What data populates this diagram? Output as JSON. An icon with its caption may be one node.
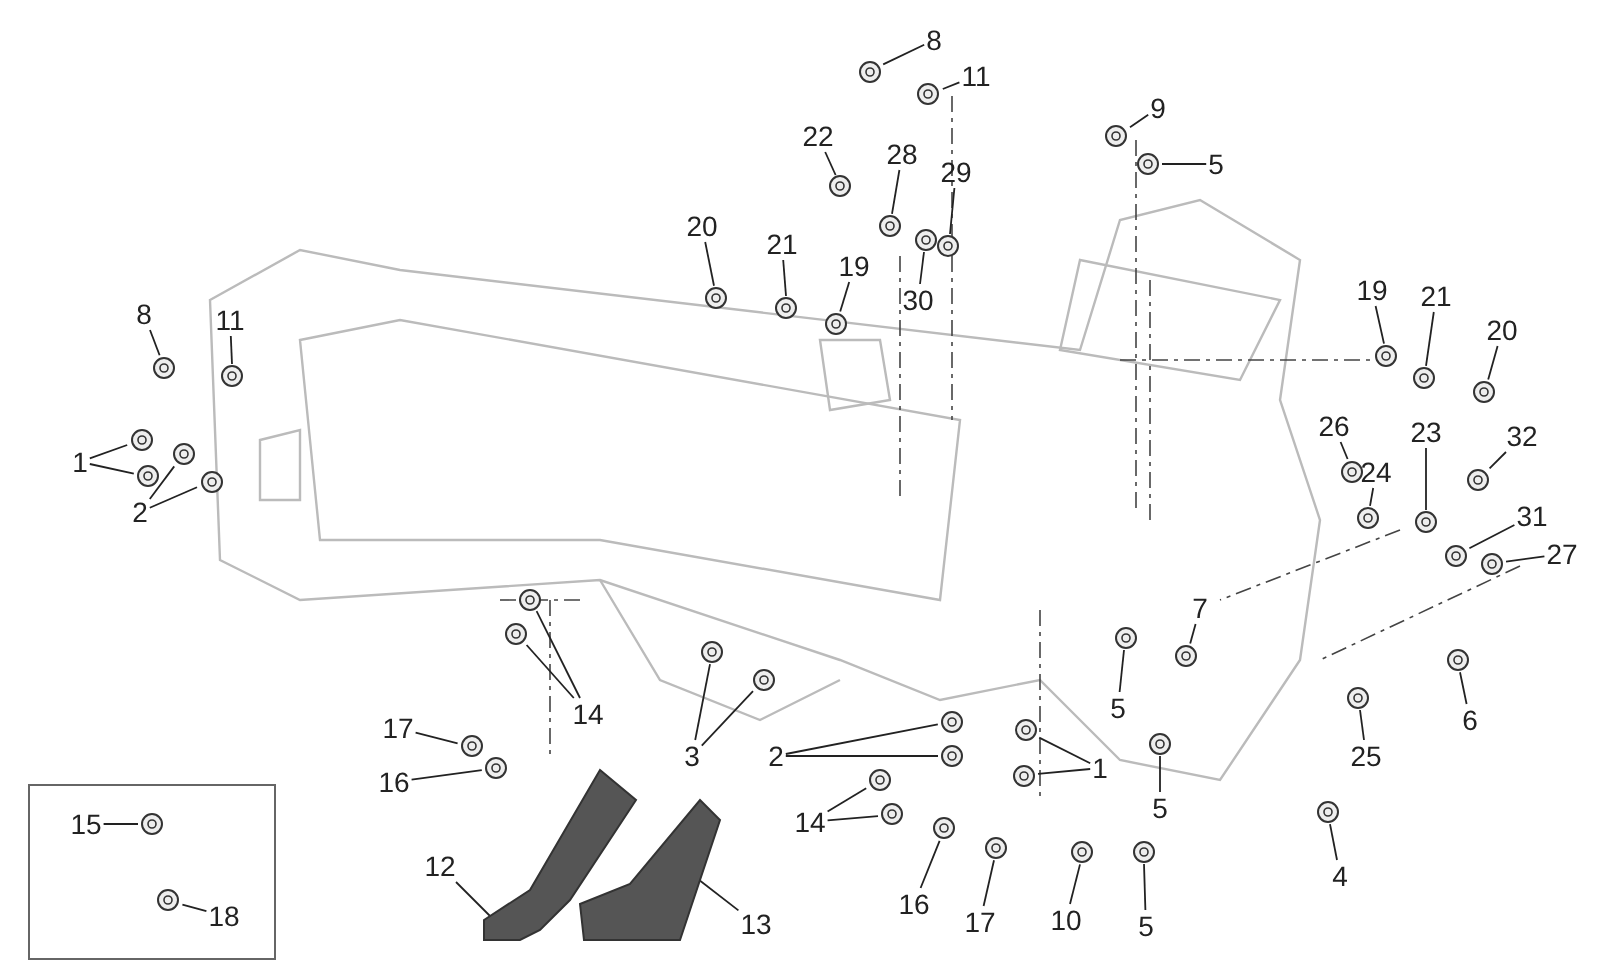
{
  "diagram": {
    "nodes": [
      {
        "text": [
          "8"
        ]
      },
      {
        "text": [
          "11"
        ]
      },
      {
        "text": [
          "9"
        ]
      },
      {
        "text": [
          "5"
        ]
      },
      {
        "text": [
          "22"
        ]
      },
      {
        "text": [
          "28"
        ]
      },
      {
        "text": [
          "29"
        ]
      },
      {
        "text": [
          "30"
        ]
      },
      {
        "text": [
          "20"
        ]
      },
      {
        "text": [
          "21"
        ]
      },
      {
        "text": [
          "19"
        ]
      },
      {
        "text": [
          "8"
        ]
      },
      {
        "text": [
          "11"
        ]
      },
      {
        "text": [
          "1"
        ]
      },
      {
        "text": [
          "2"
        ]
      },
      {
        "text": [
          "19"
        ]
      },
      {
        "text": [
          "21"
        ]
      },
      {
        "text": [
          "20"
        ]
      },
      {
        "text": [
          "26"
        ]
      },
      {
        "text": [
          "24"
        ]
      },
      {
        "text": [
          "23"
        ]
      },
      {
        "text": [
          "32"
        ]
      },
      {
        "text": [
          "31"
        ]
      },
      {
        "text": [
          "27"
        ]
      },
      {
        "text": [
          "7"
        ]
      },
      {
        "text": [
          "5"
        ]
      },
      {
        "text": [
          "6"
        ]
      },
      {
        "text": [
          "25"
        ]
      },
      {
        "text": [
          "14"
        ]
      },
      {
        "text": [
          "3"
        ]
      },
      {
        "text": [
          "17"
        ]
      },
      {
        "text": [
          "16"
        ]
      },
      {
        "text": [
          "2"
        ]
      },
      {
        "text": [
          "1"
        ]
      },
      {
        "text": [
          "5"
        ]
      },
      {
        "text": [
          "14"
        ]
      },
      {
        "text": [
          "16"
        ]
      },
      {
        "text": [
          "17"
        ]
      },
      {
        "text": [
          "10"
        ]
      },
      {
        "text": [
          "5"
        ]
      },
      {
        "text": [
          "4"
        ]
      },
      {
        "text": [
          "12"
        ]
      },
      {
        "text": [
          "13"
        ]
      },
      {
        "text": [],
        "shape": "box"
      },
      {
        "text": [
          "15"
        ],
        "in": 43
      },
      {
        "text": [
          "18"
        ],
        "in": 43
      },
      {
        "text": [],
        "shape": "picture"
      },
      {
        "text": [],
        "shape": "picture"
      },
      {
        "text": [],
        "shape": "picture"
      },
      {
        "text": [],
        "shape": "picture"
      },
      {
        "text": [],
        "shape": "picture"
      },
      {
        "text": [],
        "shape": "picture"
      },
      {
        "text": [],
        "shape": "picture"
      },
      {
        "text": [],
        "shape": "picture"
      },
      {
        "text": [],
        "shape": "picture"
      },
      {
        "text": [],
        "shape": "picture"
      },
      {
        "text": [],
        "shape": "picture"
      },
      {
        "text": [],
        "shape": "picture"
      },
      {
        "text": [],
        "shape": "picture"
      },
      {
        "text": [],
        "shape": "picture"
      },
      {
        "text": [],
        "shape": "picture"
      },
      {
        "text": [],
        "shape": "picture"
      },
      {
        "text": [],
        "shape": "picture"
      },
      {
        "text": [],
        "shape": "picture"
      },
      {
        "text": [],
        "shape": "picture"
      },
      {
        "text": [],
        "shape": "picture"
      },
      {
        "text": [],
        "shape": "picture"
      },
      {
        "text": [],
        "shape": "picture"
      },
      {
        "text": [],
        "shape": "picture"
      },
      {
        "text": [],
        "shape": "picture"
      },
      {
        "text": [],
        "shape": "picture"
      },
      {
        "text": [],
        "shape": "picture"
      },
      {
        "text": [],
        "shape": "picture"
      },
      {
        "text": [],
        "shape": "picture"
      },
      {
        "text": [],
        "shape": "picture"
      },
      {
        "text": [],
        "shape": "picture"
      },
      {
        "text": [],
        "shape": "picture"
      },
      {
        "text": [],
        "shape": "picture"
      },
      {
        "text": [],
        "shape": "picture"
      },
      {
        "text": [],
        "shape": "picture"
      },
      {
        "text": [],
        "shape": "picture"
      },
      {
        "text": [],
        "shape": "picture"
      },
      {
        "text": [],
        "shape": "picture"
      },
      {
        "text": [],
        "shape": "picture"
      },
      {
        "text": [],
        "shape": "picture"
      },
      {
        "text": [],
        "shape": "picture"
      },
      {
        "text": [],
        "shape": "picture"
      },
      {
        "text": [],
        "shape": "picture"
      },
      {
        "text": [],
        "shape": "picture"
      },
      {
        "text": [],
        "shape": "picture"
      },
      {
        "text": [],
        "shape": "picture"
      },
      {
        "text": [],
        "shape": "picture"
      },
      {
        "text": [],
        "shape": "picture"
      },
      {
        "text": [],
        "shape": "picture"
      },
      {
        "text": [],
        "shape": "picture"
      },
      {
        "text": [],
        "shape": "picture"
      },
      {
        "text": [],
        "shape": "picture",
        "in": 43
      },
      {
        "text": [],
        "shape": "picture",
        "in": 43
      }
    ],
    "edges": [
      {
        "from": 0,
        "to": 46,
        "arrow": "none"
      },
      {
        "from": 1,
        "to": 47,
        "arrow": "none"
      },
      {
        "from": 2,
        "to": 48,
        "arrow": "none"
      },
      {
        "from": 3,
        "to": 49,
        "arrow": "none"
      },
      {
        "from": 4,
        "to": 50,
        "arrow": "none"
      },
      {
        "from": 5,
        "to": 51,
        "arrow": "none"
      },
      {
        "from": 6,
        "to": 52,
        "arrow": "none"
      },
      {
        "from": 7,
        "to": 53,
        "arrow": "none"
      },
      {
        "from": 8,
        "to": 54,
        "arrow": "none"
      },
      {
        "from": 9,
        "to": 55,
        "arrow": "none"
      },
      {
        "from": 10,
        "to": 56,
        "arrow": "none"
      },
      {
        "from": 11,
        "to": 57,
        "arrow": "none"
      },
      {
        "from": 12,
        "to": 58,
        "arrow": "none"
      },
      {
        "from": 13,
        "to": 59,
        "arrow": "none"
      },
      {
        "from": 13,
        "to": 60,
        "arrow": "none"
      },
      {
        "from": 14,
        "to": 61,
        "arrow": "none"
      },
      {
        "from": 14,
        "to": 62,
        "arrow": "none"
      },
      {
        "from": 15,
        "to": 63,
        "arrow": "none"
      },
      {
        "from": 16,
        "to": 64,
        "arrow": "none"
      },
      {
        "from": 17,
        "to": 65,
        "arrow": "none"
      },
      {
        "from": 18,
        "to": 66,
        "arrow": "none"
      },
      {
        "from": 19,
        "to": 67,
        "arrow": "none"
      },
      {
        "from": 20,
        "to": 68,
        "arrow": "none"
      },
      {
        "from": 21,
        "to": 69,
        "arrow": "none"
      },
      {
        "from": 22,
        "to": 70,
        "arrow": "none"
      },
      {
        "from": 23,
        "to": 71,
        "arrow": "none"
      },
      {
        "from": 24,
        "to": 72,
        "arrow": "none"
      },
      {
        "from": 25,
        "to": 73,
        "arrow": "none"
      },
      {
        "from": 26,
        "to": 74,
        "arrow": "none"
      },
      {
        "from": 27,
        "to": 75,
        "arrow": "none"
      },
      {
        "from": 28,
        "to": 76,
        "arrow": "none"
      },
      {
        "from": 28,
        "to": 77,
        "arrow": "none"
      },
      {
        "from": 29,
        "to": 78,
        "arrow": "none"
      },
      {
        "from": 29,
        "to": 79,
        "arrow": "none"
      },
      {
        "from": 30,
        "to": 80,
        "arrow": "none"
      },
      {
        "from": 31,
        "to": 81,
        "arrow": "none"
      },
      {
        "from": 32,
        "to": 82,
        "arrow": "none"
      },
      {
        "from": 32,
        "to": 83,
        "arrow": "none"
      },
      {
        "from": 33,
        "to": 84,
        "arrow": "none"
      },
      {
        "from": 33,
        "to": 85,
        "arrow": "none"
      },
      {
        "from": 34,
        "to": 86,
        "arrow": "none"
      },
      {
        "from": 35,
        "to": 87,
        "arrow": "none"
      },
      {
        "from": 35,
        "to": 88,
        "arrow": "none"
      },
      {
        "from": 36,
        "to": 89,
        "arrow": "none"
      },
      {
        "from": 37,
        "to": 90,
        "arrow": "none"
      },
      {
        "from": 38,
        "to": 91,
        "arrow": "none"
      },
      {
        "from": 39,
        "to": 92,
        "arrow": "none"
      },
      {
        "from": 40,
        "to": 93,
        "arrow": "none"
      },
      {
        "from": 41,
        "to": 94,
        "arrow": "none"
      },
      {
        "from": 42,
        "to": 95,
        "arrow": "none"
      },
      {
        "from": 44,
        "to": 96,
        "arrow": "none"
      },
      {
        "from": 45,
        "to": 97,
        "arrow": "none"
      }
    ]
  }
}
